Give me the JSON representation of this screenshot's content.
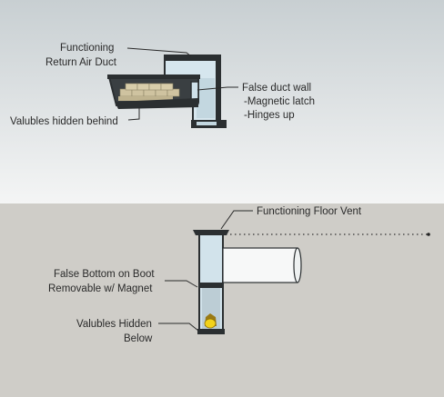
{
  "colors": {
    "sky_top": "#c9d0d3",
    "sky_bottom": "#f3f4f4",
    "ground": "#cfcdc8",
    "duct_dark": "#2b2f31",
    "duct_fill": "#cfe1ea",
    "duct_inner": "#9eb4bd",
    "valuables": "#cfc3a0",
    "valuable_gold": "#f2d21a",
    "leader": "#2a2a2a"
  },
  "labels": {
    "return_duct_line1": "Functioning",
    "return_duct_line2": "Return Air Duct",
    "false_wall_line1": "False duct wall",
    "false_wall_line2": "-Magnetic latch",
    "false_wall_line3": "-Hinges up",
    "hidden_behind": "Valubles hidden behind",
    "floor_vent": "Functioning Floor Vent",
    "false_bottom_line1": "False Bottom on Boot",
    "false_bottom_line2": "Removable w/ Magnet",
    "hidden_below_line1": "Valubles Hidden",
    "hidden_below_line2": "Below"
  }
}
